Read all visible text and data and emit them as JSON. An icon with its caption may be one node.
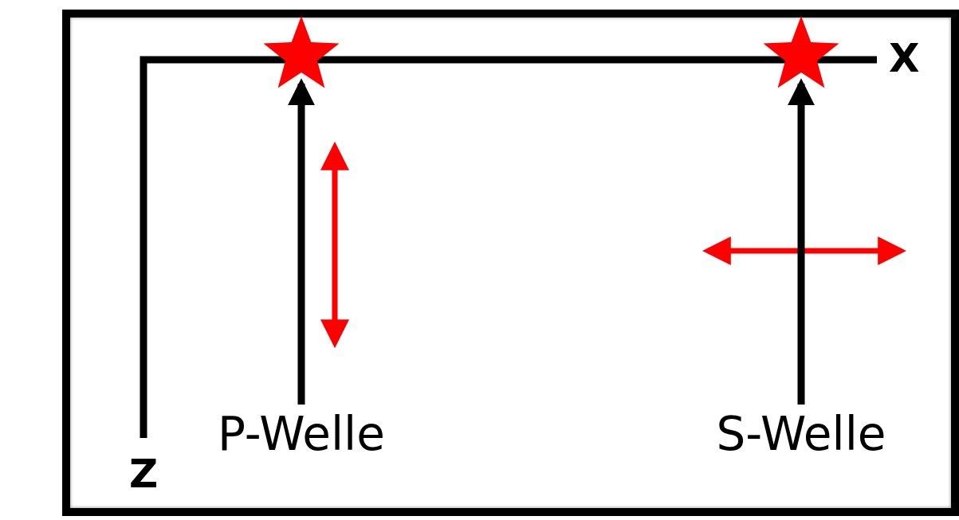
{
  "diagram": {
    "nodes": [
      {
        "text": [],
        "shape": "star"
      },
      {
        "text": [],
        "shape": "star"
      },
      {
        "text": [
          "P-Welle"
        ]
      },
      {
        "text": [
          "S-Welle"
        ]
      }
    ],
    "edges": [
      {
        "from": 2,
        "to": 0,
        "arrow": "to"
      },
      {
        "from": 3,
        "to": 1,
        "arrow": "to"
      }
    ],
    "labels": [
      "X",
      "Z"
    ]
  }
}
